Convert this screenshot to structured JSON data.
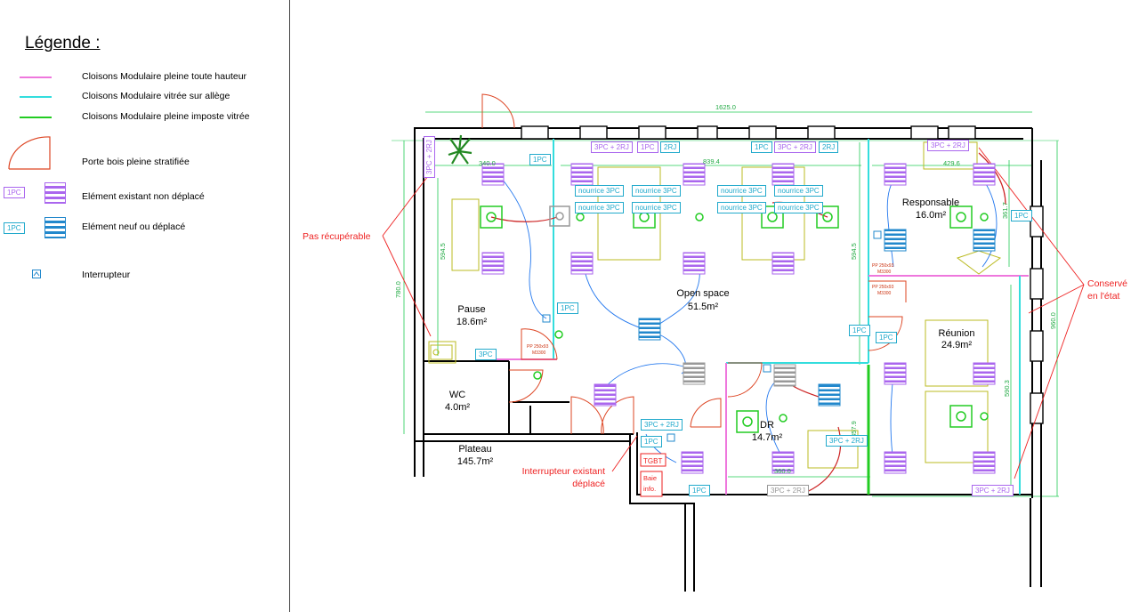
{
  "legend": {
    "title": "Légende :",
    "items": [
      {
        "label": "Cloisons Modulaire pleine toute hauteur",
        "color": "#ee77dd"
      },
      {
        "label": "Cloisons Modulaire vitrée sur allège",
        "color": "#33dddd"
      },
      {
        "label": "Cloisons Modulaire pleine imposte vitrée",
        "color": "#22cc22"
      }
    ],
    "door_label": "Porte bois pleine stratifiée",
    "existing_label": "Elément existant non déplacé",
    "new_label": "Elément neuf ou déplacé",
    "switch_label": "Interrupteur",
    "tag_1pc": "1PC"
  },
  "colors": {
    "wall": "#000000",
    "dimension": "#22cc55",
    "annotation": "#ee2222",
    "furniture": "#bbbb22",
    "existing": "#aa66ee",
    "moved": "#2288cc",
    "cable": "#2277ee",
    "door": "#dd4422"
  },
  "rooms": [
    {
      "name": "Pause",
      "area": "18.6m²"
    },
    {
      "name": "Open space",
      "area": "51.5m²"
    },
    {
      "name": "Responsable",
      "area": "16.0m²"
    },
    {
      "name": "Réunion",
      "area": "24.9m²"
    },
    {
      "name": "DR",
      "area": "14.7m²"
    },
    {
      "name": "WC",
      "area": "4.0m²"
    },
    {
      "name": "Plateau",
      "area": "145.7m²"
    }
  ],
  "dimensions": {
    "top": "1625.0",
    "left": "780.0",
    "right": "960.0",
    "pause_w": "340.0",
    "pause_h": "594.5",
    "open_w": "839.4",
    "resp_w": "429.6",
    "resp_h": "361.7",
    "os_h": "594.5",
    "dr_w": "360.0",
    "reunion_h": "590.3",
    "dr_h": "357.9"
  },
  "annotations": {
    "pas_recup": "Pas récupérable",
    "conserve": [
      "Conservé",
      "en l'état"
    ],
    "interrupteur": [
      "Interrupteur existant",
      "déplacé"
    ]
  },
  "labels": {
    "tgbt": "TGBT",
    "baie": [
      "Baie",
      "info."
    ],
    "pc1": "1PC",
    "pc3": "3PC",
    "pc3rj": "3PC + 2RJ",
    "rj2": "2RJ",
    "nourrice": "nourrice 3PC",
    "pp": [
      "PP 250x93",
      "M3300"
    ]
  }
}
